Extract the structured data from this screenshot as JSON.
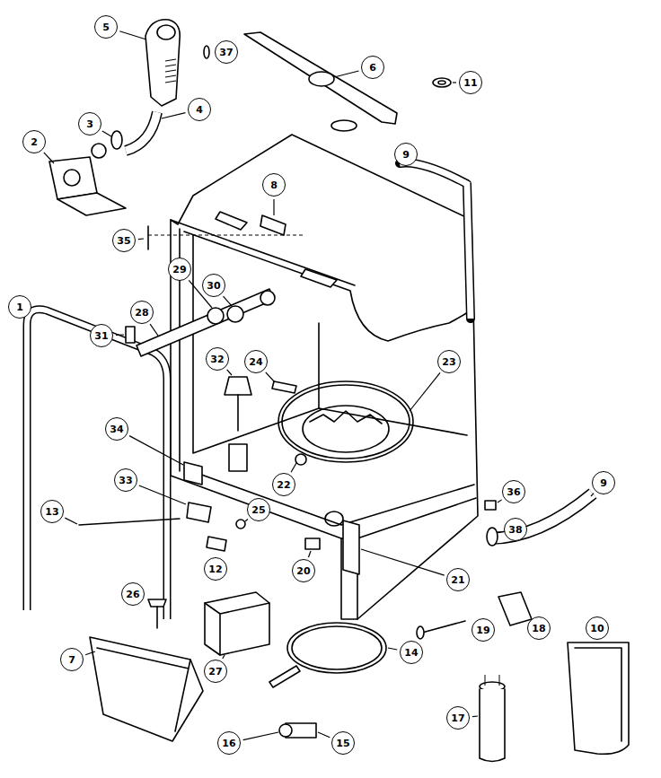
{
  "diagram": {
    "labels": [
      "5",
      "37",
      "6",
      "11",
      "3",
      "4",
      "2",
      "9",
      "8",
      "35",
      "29",
      "30",
      "1",
      "28",
      "31",
      "24",
      "23",
      "32",
      "34",
      "22",
      "33",
      "36",
      "9",
      "13",
      "25",
      "38",
      "20",
      "21",
      "12",
      "18",
      "19",
      "10",
      "26",
      "27",
      "7",
      "14",
      "17",
      "16",
      "15"
    ]
  }
}
